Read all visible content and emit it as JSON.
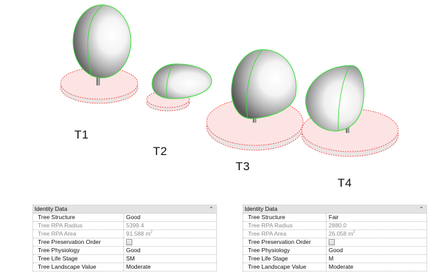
{
  "scene": {
    "trees": [
      {
        "id": "T1",
        "label": "T1"
      },
      {
        "id": "T2",
        "label": "T2"
      },
      {
        "id": "T3",
        "label": "T3"
      },
      {
        "id": "T4",
        "label": "T4"
      }
    ],
    "colors": {
      "crown_outline": "#33dd33",
      "rpa_fill": "#fde4e4",
      "rpa_outline": "#ee2222",
      "rpa_side": "#ebe1e1"
    }
  },
  "panels": [
    {
      "header": "Identity Data",
      "collapse_icon": "double-chevron-up-icon",
      "rows": [
        {
          "label": "Tree Structure",
          "value": "Good",
          "readonly": false
        },
        {
          "label": "Tree RPA Radius",
          "value": "5399.4",
          "readonly": true
        },
        {
          "label": "Tree RPA Area",
          "value": "91.588 m",
          "unit_sup": "2",
          "readonly": true
        },
        {
          "label": "Tree Preservation Order",
          "value": "",
          "checkbox": false,
          "readonly": false
        },
        {
          "label": "Tree Physiology",
          "value": "Good",
          "readonly": false
        },
        {
          "label": "Tree Life Stage",
          "value": "SM",
          "readonly": false
        },
        {
          "label": "Tree Landscape Value",
          "value": "Moderate",
          "readonly": false
        }
      ]
    },
    {
      "header": "Identity Data",
      "collapse_icon": "double-chevron-up-icon",
      "rows": [
        {
          "label": "Tree Structure",
          "value": "Fair",
          "readonly": false
        },
        {
          "label": "Tree RPA Radius",
          "value": "2880.0",
          "readonly": true
        },
        {
          "label": "Tree RPA Area",
          "value": "26.058 m",
          "unit_sup": "2",
          "readonly": true
        },
        {
          "label": "Tree Preservation Order",
          "value": "",
          "checkbox": false,
          "readonly": false
        },
        {
          "label": "Tree Physiology",
          "value": "Good",
          "readonly": false
        },
        {
          "label": "Tree Life Stage",
          "value": "M",
          "readonly": false
        },
        {
          "label": "Tree Landscape Value",
          "value": "Moderate",
          "readonly": false
        }
      ]
    }
  ]
}
